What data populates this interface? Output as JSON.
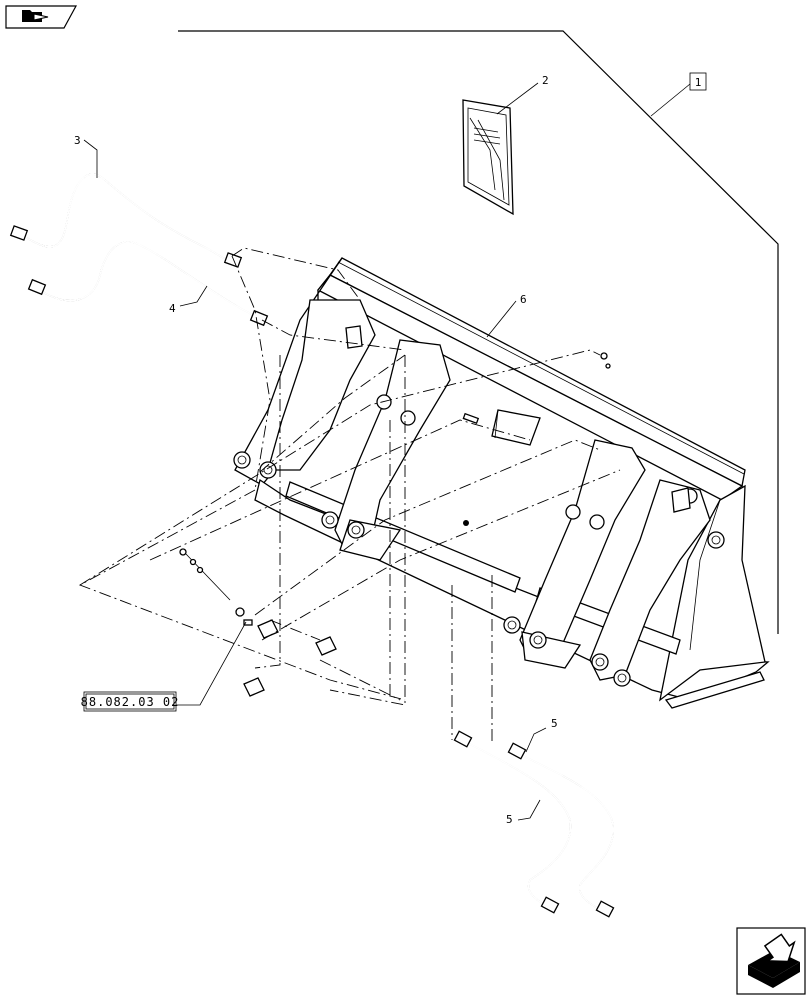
{
  "nav": {
    "prev_icon": "folder-back-icon",
    "next_icon": "folder-forward-icon"
  },
  "callouts": {
    "assembly": "1",
    "manual": "2",
    "hose_upper_left": "3",
    "hose_lower_left": "4",
    "hose_right_top": "5",
    "hose_right_bottom": "5",
    "bucket": "6"
  },
  "reference": {
    "label": "88.082.03 02"
  },
  "colors": {
    "line": "#000000",
    "background": "#ffffff"
  }
}
